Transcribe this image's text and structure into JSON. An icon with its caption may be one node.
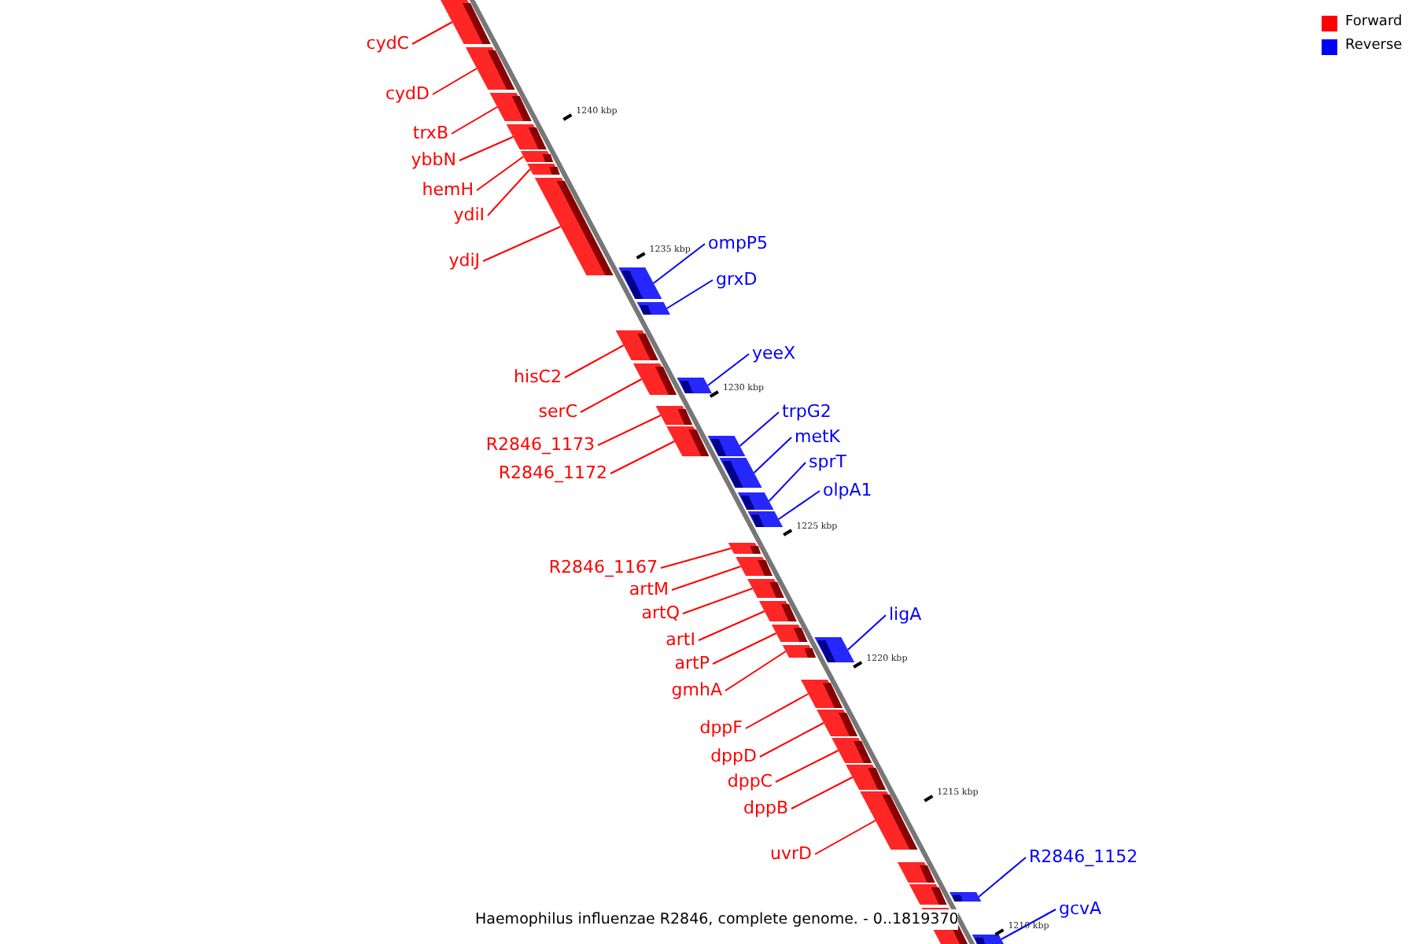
{
  "diagram": {
    "caption": "Haemophilus influenzae R2846, complete genome. - 0..1819370",
    "nodes": [
      {
        "text": [
          "cydC"
        ]
      },
      {
        "text": [
          "cydD"
        ]
      },
      {
        "text": [
          "trxB"
        ]
      },
      {
        "text": [
          "ybbN"
        ]
      },
      {
        "text": [
          "hemH"
        ]
      },
      {
        "text": [
          "ydiI"
        ]
      },
      {
        "text": [
          "ompP5"
        ]
      },
      {
        "text": [
          "ydiJ"
        ]
      },
      {
        "text": [
          "grxD"
        ]
      },
      {
        "text": [
          "yeeX"
        ]
      },
      {
        "text": [
          "hisC2"
        ]
      },
      {
        "text": [
          "trpG2"
        ]
      },
      {
        "text": [
          "serC"
        ]
      },
      {
        "text": [
          "metK"
        ]
      },
      {
        "text": [
          "R2846_1173"
        ]
      },
      {
        "text": [
          "sprT"
        ]
      },
      {
        "text": [
          "R2846_1172"
        ]
      },
      {
        "text": [
          "olpA1"
        ]
      },
      {
        "text": [
          "R2846_1167"
        ]
      },
      {
        "text": [
          "artM"
        ]
      },
      {
        "text": [
          "artQ"
        ]
      },
      {
        "text": [
          "ligA"
        ]
      },
      {
        "text": [
          "artI"
        ]
      },
      {
        "text": [
          "artP"
        ]
      },
      {
        "text": [
          "gmhA"
        ]
      },
      {
        "text": [
          "dppF"
        ]
      },
      {
        "text": [
          "dppD"
        ]
      },
      {
        "text": [
          "dppC"
        ]
      },
      {
        "text": [
          "dppB"
        ]
      },
      {
        "text": [
          "uvrD"
        ]
      },
      {
        "text": [
          "R2846_1152"
        ]
      },
      {
        "text": [
          "gcvA"
        ]
      },
      {
        "text": [],
        "shape": "bar"
      },
      {
        "text": [],
        "shape": "bar"
      },
      {
        "text": [],
        "shape": "bar"
      },
      {
        "text": [],
        "shape": "bar"
      },
      {
        "text": [],
        "shape": "bar"
      },
      {
        "text": [],
        "shape": "bar"
      },
      {
        "text": [],
        "shape": "bar"
      },
      {
        "text": [],
        "shape": "bar"
      },
      {
        "text": [],
        "shape": "bar"
      },
      {
        "text": [],
        "shape": "bar"
      },
      {
        "text": [],
        "shape": "bar"
      },
      {
        "text": [],
        "shape": "bar"
      },
      {
        "text": [],
        "shape": "bar"
      },
      {
        "text": [],
        "shape": "bar"
      },
      {
        "text": [],
        "shape": "bar"
      },
      {
        "text": [],
        "shape": "bar"
      },
      {
        "text": [],
        "shape": "bar"
      },
      {
        "text": [],
        "shape": "bar"
      },
      {
        "text": [],
        "shape": "bar"
      },
      {
        "text": [],
        "shape": "bar"
      },
      {
        "text": [],
        "shape": "bar"
      },
      {
        "text": [],
        "shape": "bar"
      },
      {
        "text": [],
        "shape": "bar"
      },
      {
        "text": [],
        "shape": "bar"
      },
      {
        "text": [],
        "shape": "bar"
      },
      {
        "text": [],
        "shape": "bar"
      },
      {
        "text": [],
        "shape": "bar"
      },
      {
        "text": [],
        "shape": "bar"
      },
      {
        "text": [],
        "shape": "bar"
      },
      {
        "text": [],
        "shape": "bar"
      },
      {
        "text": [],
        "shape": "bar"
      },
      {
        "text": [],
        "shape": "bar"
      },
      {
        "text": [],
        "shape": "bar"
      },
      {
        "text": [],
        "shape": "bar"
      },
      {
        "text": [],
        "shape": "bar"
      }
    ],
    "edges": [
      {
        "from": 0,
        "to": 32,
        "arrow": "none"
      },
      {
        "from": 1,
        "to": 33,
        "arrow": "none"
      },
      {
        "from": 2,
        "to": 34,
        "arrow": "none"
      },
      {
        "from": 3,
        "to": 35,
        "arrow": "none"
      },
      {
        "from": 4,
        "to": 36,
        "arrow": "none"
      },
      {
        "from": 5,
        "to": 37,
        "arrow": "none"
      },
      {
        "from": 6,
        "to": 38,
        "arrow": "none",
        "color": "#0000ff"
      },
      {
        "from": 7,
        "to": 39,
        "arrow": "none"
      },
      {
        "from": 8,
        "to": 40,
        "arrow": "none",
        "color": "#0000ff"
      },
      {
        "from": 9,
        "to": 41,
        "arrow": "none",
        "color": "#0000ff"
      },
      {
        "from": 10,
        "to": 42,
        "arrow": "none"
      },
      {
        "from": 11,
        "to": 43,
        "arrow": "none",
        "color": "#0000ff"
      },
      {
        "from": 12,
        "to": 44,
        "arrow": "none"
      },
      {
        "from": 13,
        "to": 45,
        "arrow": "none",
        "color": "#0000ff"
      },
      {
        "from": 14,
        "to": 46,
        "arrow": "none"
      },
      {
        "from": 15,
        "to": 47,
        "arrow": "none",
        "color": "#0000ff"
      },
      {
        "from": 16,
        "to": 48,
        "arrow": "none"
      },
      {
        "from": 17,
        "to": 49,
        "arrow": "none",
        "color": "#0000ff"
      },
      {
        "from": 18,
        "to": 50,
        "arrow": "none"
      },
      {
        "from": 19,
        "to": 51,
        "arrow": "none"
      },
      {
        "from": 20,
        "to": 52,
        "arrow": "none"
      },
      {
        "from": 21,
        "to": 53,
        "arrow": "none",
        "color": "#0000ff"
      },
      {
        "from": 22,
        "to": 54,
        "arrow": "none"
      },
      {
        "from": 23,
        "to": 55,
        "arrow": "none"
      },
      {
        "from": 24,
        "to": 56,
        "arrow": "none"
      },
      {
        "from": 25,
        "to": 57,
        "arrow": "none"
      },
      {
        "from": 26,
        "to": 58,
        "arrow": "none"
      },
      {
        "from": 27,
        "to": 59,
        "arrow": "none"
      },
      {
        "from": 28,
        "to": 60,
        "arrow": "none"
      },
      {
        "from": 29,
        "to": 61,
        "arrow": "none"
      },
      {
        "from": 30,
        "to": 62,
        "arrow": "none",
        "color": "#0000ff"
      },
      {
        "from": 31,
        "to": 63,
        "arrow": "none",
        "color": "#0000ff"
      }
    ],
    "labels": [
      "1240 kbp",
      "1235 kbp",
      "1230 kbp",
      "1225 kbp",
      "1220 kbp",
      "1215 kbp",
      "1210 kbp"
    ],
    "legend": [
      {
        "text": "Forward",
        "color": "#ff0000"
      },
      {
        "text": "Reverse",
        "color": "#0000ff"
      }
    ]
  }
}
